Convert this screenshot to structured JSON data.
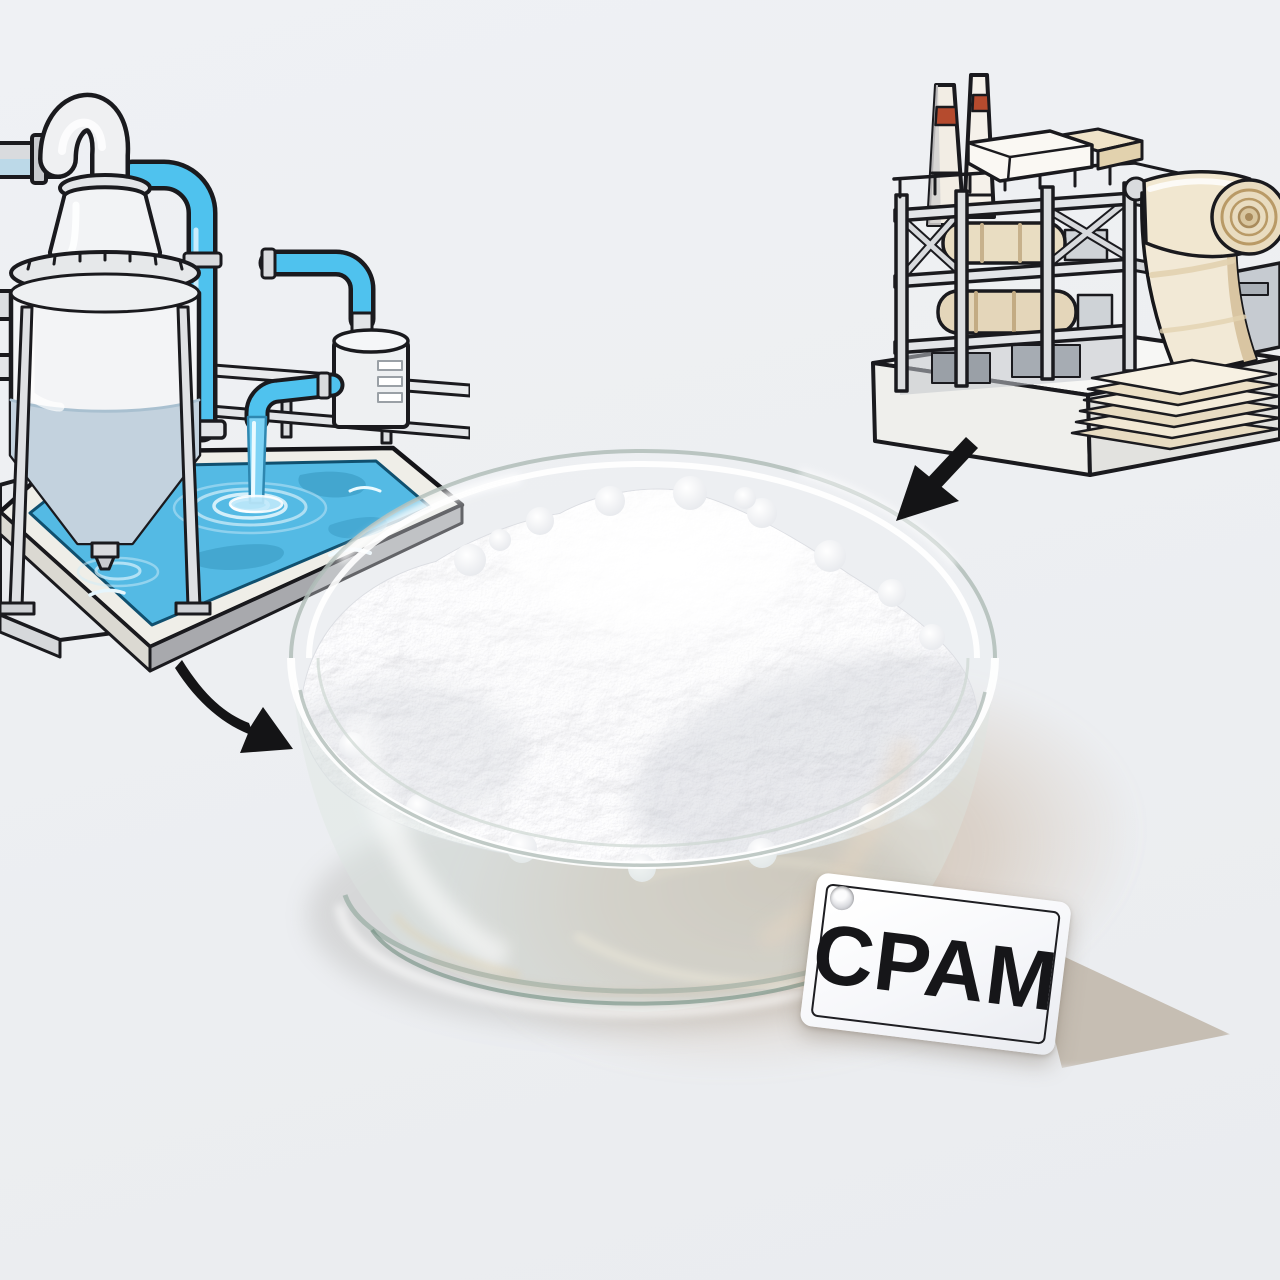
{
  "meta": {
    "description": "Product illustration: glass dish heaped with white CPAM (polyacrylamide flocculant) powder; cartoon water-treatment plant scene at top-left and cartoon paper mill scene at top-right, each linked to the dish by a black arrow; white hang-tag reading CPAM leans on the dish",
    "background_color": "#edeff2"
  },
  "tag": {
    "text": "CPAM",
    "bg_color": "#ffffff",
    "border_color": "#1e1e22",
    "text_color": "#161619"
  },
  "dish": {
    "name": "glass-petri-dish",
    "contents": "heaped white powder",
    "powder_color": "#f5f6f8",
    "glass_tint": "#d7e2dd",
    "shadow_tint": "#b79d80"
  },
  "scenes": {
    "water_treatment": {
      "name": "water-treatment-plant-illustration",
      "elements": [
        "clarifier vessel with liquid",
        "blue piping",
        "dosing tank",
        "settling pool with rippling water",
        "water stream pouring into pool"
      ],
      "water_color": "#54bae4",
      "pipe_blue": "#4fc2ee",
      "machine_gray": "#f2f3f5",
      "outline_color": "#1a1a1e"
    },
    "paper_mill": {
      "name": "paper-mill-illustration",
      "elements": [
        "two chimneys with red bands",
        "steel lattice building",
        "paper web and roll",
        "stack of paper sheets",
        "white platform"
      ],
      "chimney_band_color": "#b54b2e",
      "paper_color": "#f2e9d6",
      "frame_gray": "#dcdee0",
      "outline_color": "#1a1a1e"
    }
  },
  "arrows": {
    "color": "#141416",
    "left": "curved arrow from water-treatment scene to dish",
    "right": "straight arrow from paper-mill scene to dish"
  }
}
